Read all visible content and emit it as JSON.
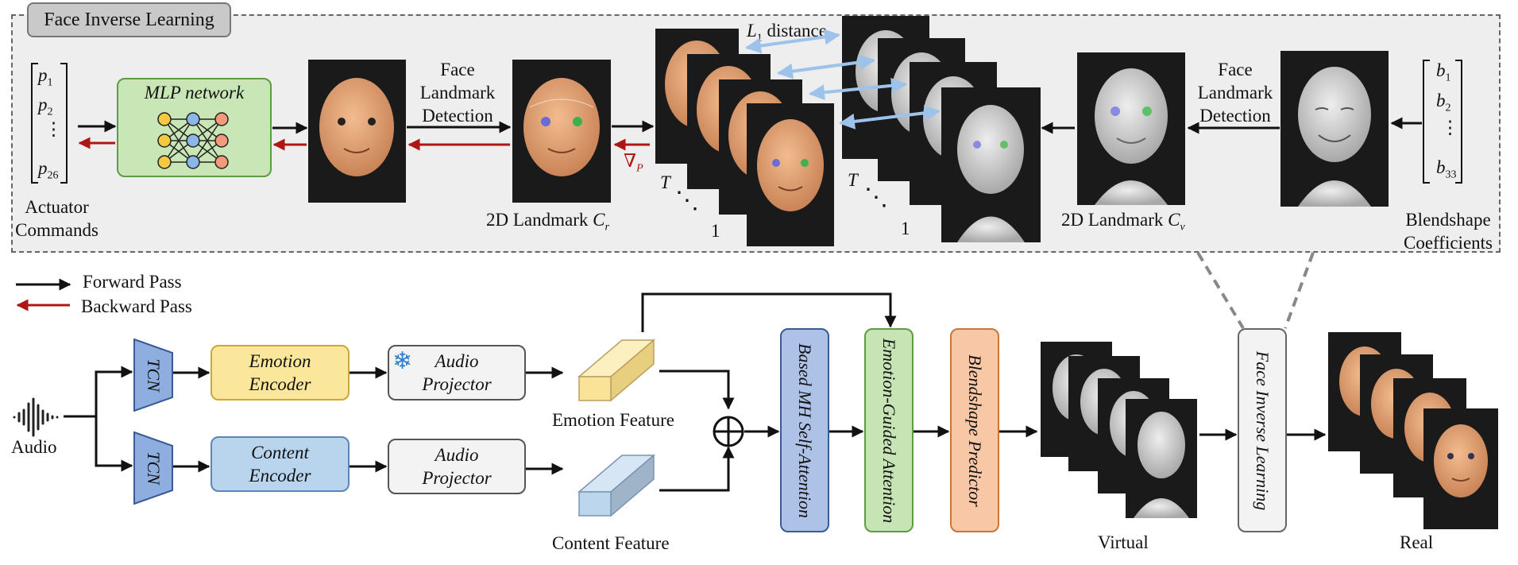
{
  "title_tag": "Face Inverse Learning",
  "actuator": {
    "p": [
      "p",
      "p",
      "⋮",
      "p"
    ],
    "subs": [
      "1",
      "2",
      "",
      "26"
    ],
    "caption_1": "Actuator",
    "caption_2": "Commands"
  },
  "mlp": {
    "label": "MLP network"
  },
  "detection_left": [
    "Face",
    "Landmark",
    "Detection"
  ],
  "detection_right": [
    "Face",
    "Landmark",
    "Detection"
  ],
  "landmark_r": {
    "text": "2D Landmark",
    "symbol": "C",
    "sub": "r"
  },
  "landmark_v": {
    "text": "2D Landmark",
    "symbol": "C",
    "sub": "v"
  },
  "grad": {
    "symbol": "∇",
    "sub": "P"
  },
  "distance": {
    "symbol": "L",
    "sub": "1",
    "text": "distance"
  },
  "stack_labels": {
    "top": "T",
    "dots": "⋱",
    "bottom": "1"
  },
  "blendshape": {
    "b": [
      "b",
      "b",
      "⋮",
      "b"
    ],
    "subs": [
      "1",
      "2",
      "",
      "33"
    ],
    "caption_1": "Blendshape",
    "caption_2": "Coefficients"
  },
  "legend": {
    "forward": "Forward Pass",
    "backward": "Backward Pass"
  },
  "pipeline": {
    "audio": "Audio",
    "tcn": "TCN",
    "emotion_encoder": [
      "Emotion",
      "Encoder"
    ],
    "content_encoder": [
      "Content",
      "Encoder"
    ],
    "audio_projector": [
      "Audio",
      "Projector"
    ],
    "emotion_feature": "Emotion Feature",
    "content_feature": "Content Feature",
    "mh_attention": "Based MH Self-Attention",
    "emotion_guided": "Emotion-Guided Attention",
    "blendshape_predictor": "Blendshape Predictor",
    "face_inverse": "Face Inverse Learning",
    "virtual": "Virtual",
    "real": "Real"
  },
  "colors": {
    "forward": "#111111",
    "backward": "#b01515",
    "distance_arrow": "#9ec3ea",
    "mlp_fill": "#c9e6b6",
    "emotion_fill": "#fbe79b",
    "content_fill": "#b9d5ee",
    "mh_fill": "#aec2e8",
    "guided_fill": "#c6e4b4",
    "predictor_fill": "#f8c8a6",
    "skin": "#e9a978",
    "clay": "#d3d3d3"
  },
  "icons": [
    "snowflake-icon",
    "audio-wave-icon",
    "plus-circle-icon",
    "neural-net-icon"
  ]
}
